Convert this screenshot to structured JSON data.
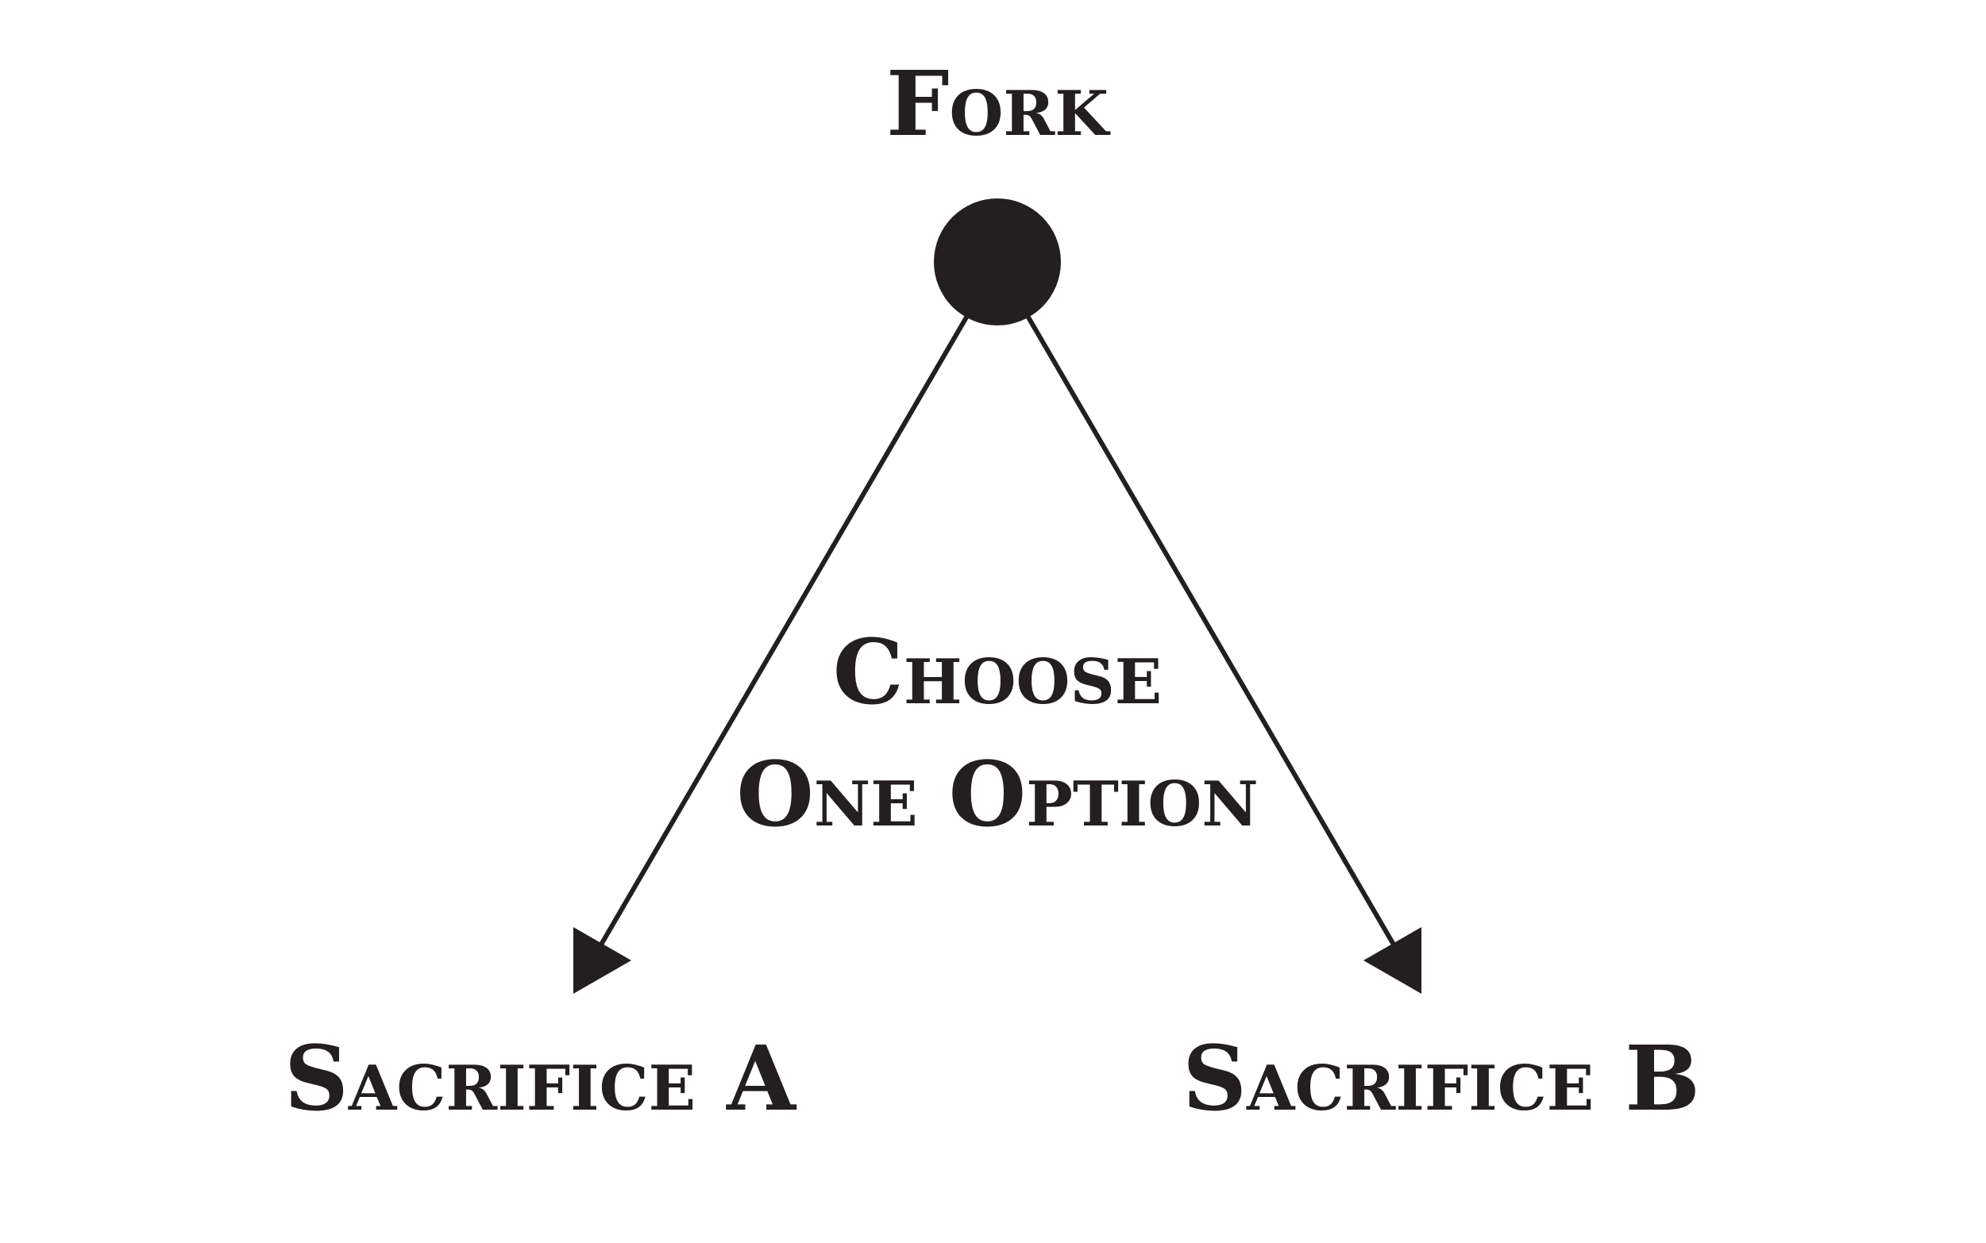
{
  "diagram": {
    "top_label": "Fork",
    "center_line1": "Choose",
    "center_line2": "One Option",
    "left_label": "Sacrifice A",
    "right_label": "Sacrifice B"
  },
  "colors": {
    "ink": "#231f20",
    "background": "#ffffff"
  },
  "icons": {
    "node": "fork-node-icon",
    "arrowhead": "arrowhead-icon"
  }
}
